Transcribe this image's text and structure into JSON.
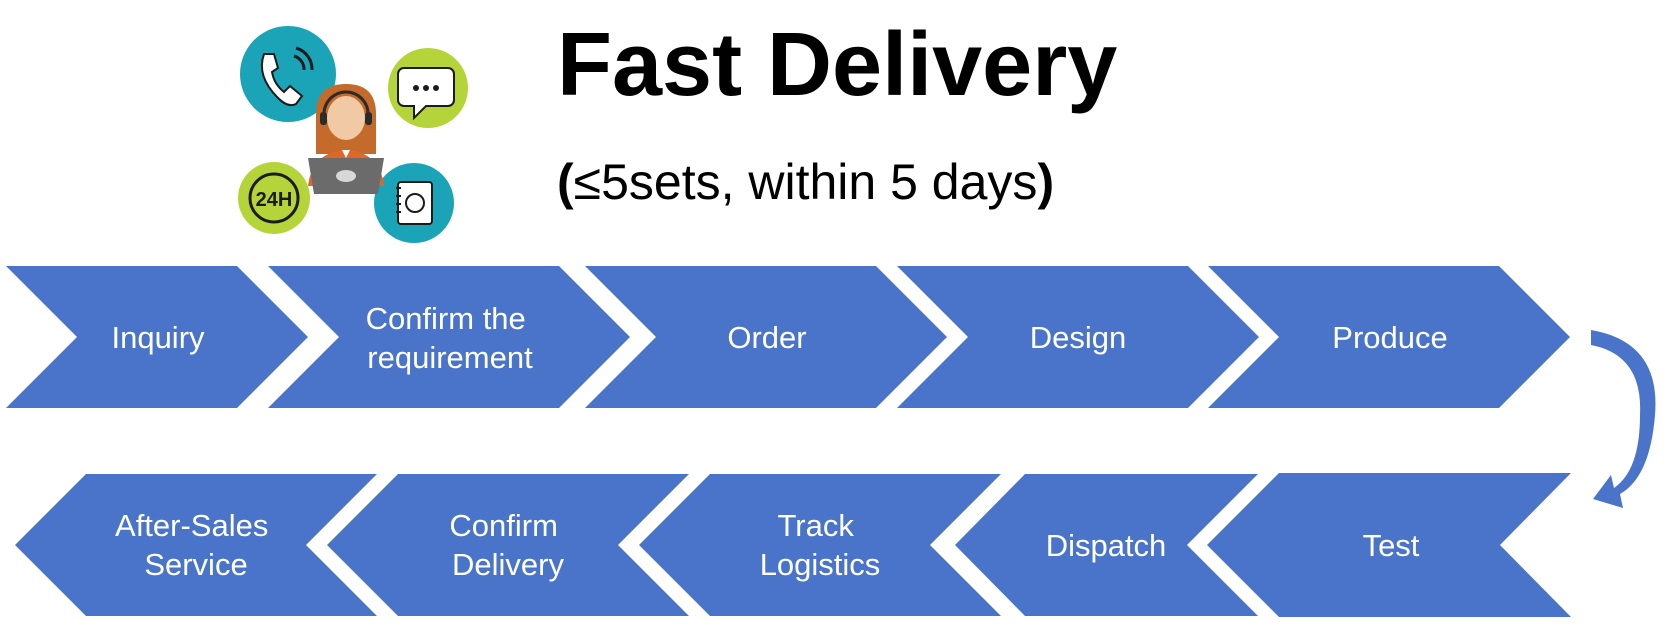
{
  "header": {
    "title": "Fast Delivery",
    "subtitle_open": "(",
    "subtitle_text": "≤5sets, within 5 days",
    "subtitle_close": ")"
  },
  "logo": {
    "badge_24h": "24H",
    "icons": [
      "phone-icon",
      "chat-bubble-icon",
      "agent-with-laptop-icon",
      "clock-24h-icon",
      "notebook-icon"
    ]
  },
  "process": {
    "top_row": [
      {
        "lines": [
          "Inquiry"
        ]
      },
      {
        "lines": [
          "Confirm the",
          "requirement"
        ]
      },
      {
        "lines": [
          "Order"
        ]
      },
      {
        "lines": [
          "Design"
        ]
      },
      {
        "lines": [
          "Produce"
        ]
      }
    ],
    "bottom_row": [
      {
        "lines": [
          "After-Sales",
          "Service"
        ]
      },
      {
        "lines": [
          "Confirm",
          "Delivery"
        ]
      },
      {
        "lines": [
          "Track",
          "Logistics"
        ]
      },
      {
        "lines": [
          "Dispatch"
        ]
      },
      {
        "lines": [
          "Test"
        ]
      }
    ]
  },
  "colors": {
    "chevron_fill": "#4A74C9",
    "arrow_fill": "#4A74C9",
    "teal": "#1BA4B8",
    "lime": "#B5D43A",
    "agent_orange": "#E0662A",
    "laptop_gray": "#6B6B6B"
  }
}
